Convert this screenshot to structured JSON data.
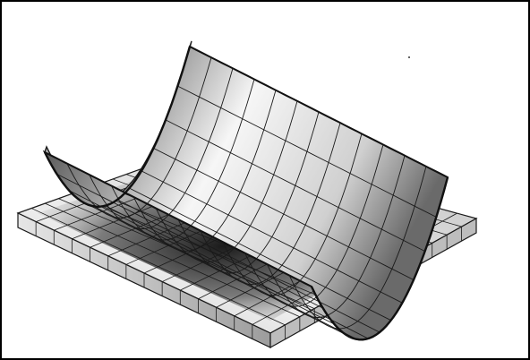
{
  "figure": {
    "description_kind": "surface-over-plane",
    "colors": {
      "frame": "#000000",
      "background": "#ffffff",
      "line": "#1a1a1a",
      "shade_light": "#f4f4f4",
      "shade_dark": "#1e1e1e"
    },
    "curved_surface": {
      "grid_rows": 12,
      "grid_cols": 12,
      "icon": "curved-sheet"
    },
    "flat_plate": {
      "grid_rows": 14,
      "grid_cols": 14,
      "icon": "flat-plate"
    }
  }
}
